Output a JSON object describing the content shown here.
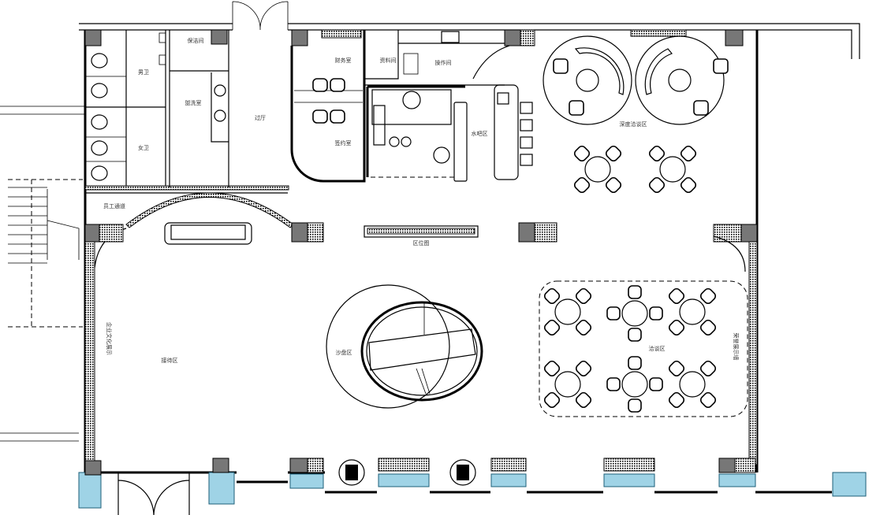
{
  "plan": {
    "rooms": {
      "mens_toilet": "男卫",
      "womens_toilet": "女卫",
      "cleaning_room": "保洁间",
      "washroom": "盥洗室",
      "hallway": "过厅",
      "finance_room": "财务室",
      "signing_room": "签约室",
      "archive_room": "资料间",
      "operation_room": "操作间",
      "water_bar": "水吧区",
      "deep_negotiation": "深度洽谈区",
      "staff_passage": "员工通道",
      "location_map": "区位图",
      "sand_table": "沙盘区",
      "reception": "接待区",
      "culture_display": "企业文化展示",
      "negotiation": "洽谈区",
      "honor_wall": "荣誉展示墙"
    },
    "colors": {
      "glass": "#9fd3e6",
      "column": "#777777"
    }
  }
}
